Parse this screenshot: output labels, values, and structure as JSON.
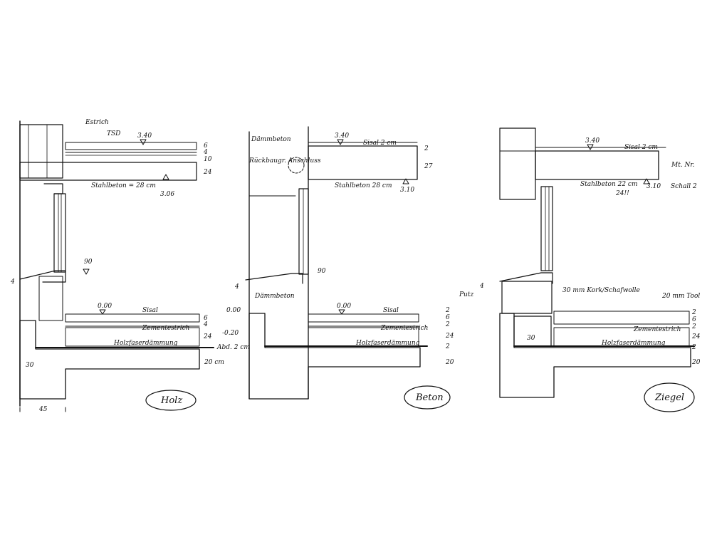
{
  "details": [
    {
      "id": "holz",
      "label": "Holz",
      "annotations": {
        "top_note": "Estrich",
        "top_note_2": "TSD",
        "level_top": "3.40",
        "ceiling": "Stahlbeton = 28 cm",
        "level_ceiling": "3.06",
        "window_mark": "90",
        "level_floor": "0.00",
        "floor_finish": "Sisal",
        "screed": "Zementestrich",
        "insulation": "Holzfaserdämmung",
        "level_outside": "-0.20",
        "membrane": "Abd. 2 cm",
        "slab": "20 cm",
        "base_dim": "45",
        "foundation_dim": "30",
        "left_mark": "4"
      },
      "layers_top": [
        "6",
        "4",
        "10",
        "24"
      ],
      "layers_floor": [
        "6",
        "4",
        "24"
      ]
    },
    {
      "id": "beton",
      "label": "Beton",
      "annotations": {
        "top_note": "Dämmbeton",
        "top_note_sup": "65",
        "level_top": "3.40",
        "floor_top": "Sisal 2 cm",
        "reveal": "Rückbaugr. Anschluss",
        "ceiling": "Stahlbeton 28 cm",
        "level_ceiling": "3.10",
        "window_mark": "90",
        "sill_note": "Dämmbeton",
        "level_floor": "0.00",
        "floor_finish": "Sisal",
        "screed": "Zementestrich",
        "insulation": "Holzfaserdämmung",
        "level_left": "0.00",
        "left_mark": "4"
      },
      "layers_top": [
        "2",
        "27"
      ],
      "layers_floor": [
        "2",
        "6",
        "2",
        "24",
        "2",
        "20"
      ]
    },
    {
      "id": "ziegel",
      "label": "Ziegel",
      "annotations": {
        "level_top": "3.40",
        "floor_top": "Sisal 2 cm",
        "right_note": "Mt. Nr.",
        "ceiling": "Stahlbeton 22 cm",
        "ceiling_mark": "24!!",
        "level_ceiling": "3.10",
        "right_note_2": "Schall 2",
        "sill_note": "30 mm Kork/Schafwolle",
        "left_note": "Putz",
        "left_mark": "4",
        "floor_note": "20 mm Tool",
        "screed": "Zementestrich",
        "insulation": "Holzfaserdämmung",
        "foundation_dim": "30"
      },
      "layers_top": [],
      "layers_floor": [
        "2",
        "6",
        "2",
        "24",
        "2",
        "20"
      ]
    }
  ],
  "colors": {
    "ink": "#111111",
    "paper": "#ffffff",
    "tone": "#d8d8d8"
  }
}
